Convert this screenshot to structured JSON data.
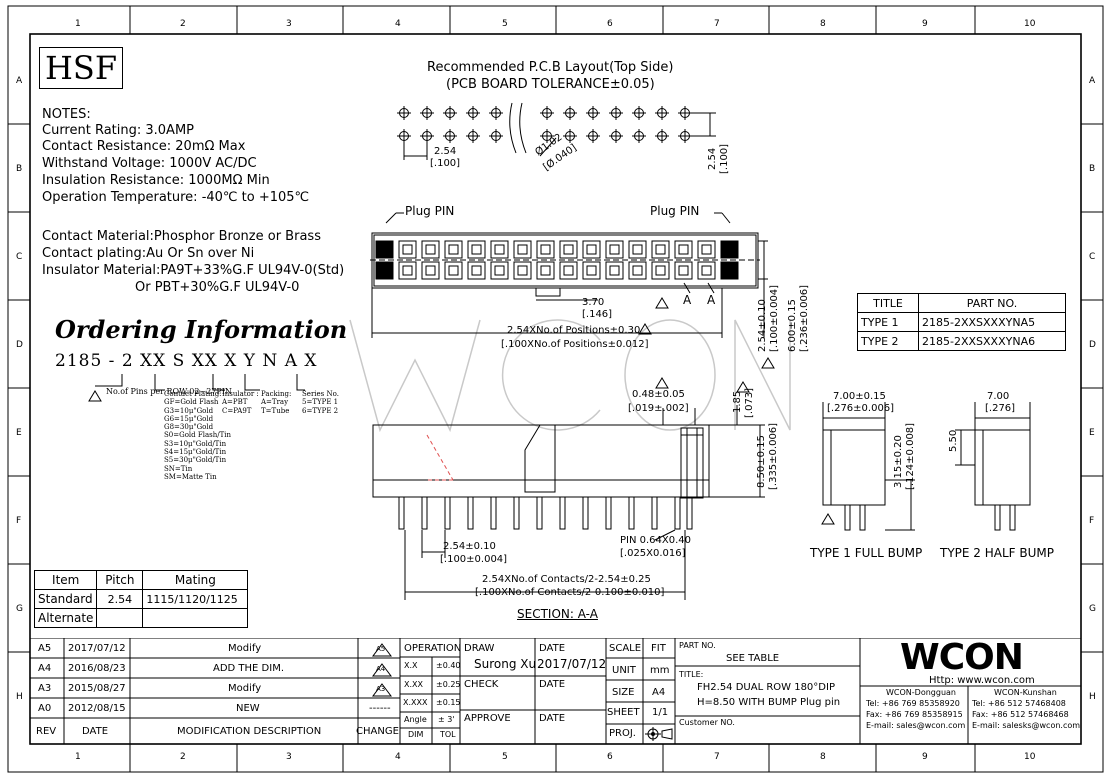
{
  "zones": {
    "cols": [
      "1",
      "2",
      "3",
      "4",
      "5",
      "6",
      "7",
      "8",
      "9",
      "10"
    ],
    "rows": [
      "A",
      "B",
      "C",
      "D",
      "E",
      "F",
      "G",
      "H"
    ]
  },
  "logo_box": "HSF",
  "notes": {
    "header": "NOTES:",
    "lines": [
      "Current Rating: 3.0AMP",
      "Contact Resistance: 20mΩ Max",
      "Withstand Voltage: 1000V AC/DC",
      "Insulation Resistance: 1000MΩ Min",
      "Operation Temperature: -40℃ to +105℃"
    ],
    "material_lines": [
      "Contact Material:Phosphor Bronze or Brass",
      "Contact plating:Au Or Sn over Ni",
      "Insulator Material:PA9T+33%G.F UL94V-0(Std)",
      "Or PBT+30%G.F UL94V-0"
    ]
  },
  "ordering": {
    "title": "Ordering Information",
    "code": "2185 - 2 XX S XX X Y N A X",
    "labels": {
      "pins": "No.of Pins per ROW:02~27PIN",
      "plating_title": "Contact Plating:",
      "plating_items": [
        "GF=Gold Flash",
        "G3=10μ\"Gold",
        "G6=15μ\"Gold",
        "G8=30μ\"Gold",
        "S0=Gold Flash/Tin",
        "S3=10μ\"Gold/Tin",
        "S4=15μ\"Gold/Tin",
        "S5=30μ\"Gold/Tin",
        "SN=Tin",
        "SM=Matte Tin"
      ],
      "insulator": [
        "Insulator :",
        "A=PBT",
        "C=PA9T"
      ],
      "packing": [
        "Packing:",
        "A=Tray",
        "T=Tube"
      ],
      "series": [
        "Series No.",
        "5=TYPE 1",
        "6=TYPE 2"
      ]
    }
  },
  "pcb_layout": {
    "title1": "Recommended P.C.B Layout(Top Side)",
    "title2": "(PCB BOARD TOLERANCE±0.05)",
    "dim_pitch": "2.54",
    "dim_pitch_in": "[.100]",
    "dim_hole": "Ø1.02",
    "dim_hole_in": "[Ø.040]",
    "dim_row": "2.54",
    "dim_row_in": "[.100]"
  },
  "top_view": {
    "plug_pin_left": "Plug PIN",
    "plug_pin_right": "Plug PIN",
    "dim_370": "3.70",
    "dim_370_in": "[.146]",
    "len_mm": "2.54XNo.of Positions±0.30",
    "len_in": "[.100XNo.of Positions±0.012]",
    "dim_254": "2.54±0.10",
    "dim_254_in": "[.100±0.004]",
    "dim_600": "6.00±0.15",
    "dim_600_in": "[.236±0.006]",
    "mark_a": "A"
  },
  "type_table": {
    "headers": [
      "TITLE",
      "PART NO."
    ],
    "rows": [
      [
        "TYPE 1",
        "2185-2XXSXXXYNA5"
      ],
      [
        "TYPE 2",
        "2185-2XXSXXXYNA6"
      ]
    ]
  },
  "section": {
    "dim_048": "0.48±0.05",
    "dim_048_in": "[.019±.002]",
    "dim_185": "1.85",
    "dim_185_in": "[.073]",
    "dim_850": "8.50±0.15",
    "dim_850_in": "[.335±0.006]",
    "dim_254": "2.54±0.10",
    "dim_254_in": "[.100±0.004]",
    "pin": "PIN 0.64X0.40",
    "pin_in": "[.025X0.016]",
    "contacts_mm": "2.54XNo.of Contacts/2-2.54±0.25",
    "contacts_in": "[.100XNo.of Contacts/2-0.100±0.010]",
    "label": "SECTION: A-A"
  },
  "side_views": {
    "dim_700a": "7.00±0.15",
    "dim_700a_in": "[.276±0.006]",
    "dim_700b": "7.00",
    "dim_700b_in": "[.276]",
    "dim_315": "3.15±0.20",
    "dim_315_in": "[.124±0.008]",
    "dim_550": "5.50",
    "type1": "TYPE 1 FULL BUMP",
    "type2": "TYPE 2 HALF BUMP"
  },
  "mating": {
    "headers": [
      "Item",
      "Pitch",
      "Mating"
    ],
    "rows": [
      [
        "Standard",
        "2.54",
        "1115/1120/1125"
      ],
      [
        "Alternate",
        "",
        ""
      ]
    ]
  },
  "revisions": [
    {
      "rev": "A5",
      "date": "2017/07/12",
      "desc": "Modify",
      "change": "A5"
    },
    {
      "rev": "A4",
      "date": "2016/08/23",
      "desc": "ADD THE DIM.",
      "change": "A4"
    },
    {
      "rev": "A3",
      "date": "2015/08/27",
      "desc": "Modify",
      "change": "A3"
    },
    {
      "rev": "A0",
      "date": "2012/08/15",
      "desc": "NEW",
      "change": "------"
    }
  ],
  "rev_headers": {
    "rev": "REV",
    "date": "DATE",
    "desc": "MODIFICATION DESCRIPTION",
    "change": "CHANGE"
  },
  "tolerance": {
    "header": "OPERATION",
    "rows": [
      [
        "X.X",
        "±0.40"
      ],
      [
        "X.XX",
        "±0.25"
      ],
      [
        "X.XXX",
        "±0.15"
      ],
      [
        "Angle",
        "± 3'"
      ],
      [
        "DIM",
        "TOL"
      ]
    ]
  },
  "titleblock": {
    "draw_label": "DRAW",
    "draw_value": "Surong Xu",
    "date_label": "DATE",
    "date_value": "2017/07/12",
    "check_label": "CHECK",
    "check_date_label": "DATE",
    "approve_label": "APPROVE",
    "approve_date_label": "DATE",
    "scale_label": "SCALE",
    "scale_value": "FIT",
    "unit_label": "UNIT",
    "unit_value": "mm",
    "size_label": "SIZE",
    "size_value": "A4",
    "sheet_label": "SHEET",
    "sheet_value": "1/1",
    "proj_label": "PROJ.",
    "partno_label": "PART NO.",
    "partno_value": "SEE TABLE",
    "title_label": "TITLE:",
    "title_line1": "FH2.54 DUAL ROW 180°DIP",
    "title_line2": "H=8.50 WITH BUMP Plug pin",
    "customer_label": "Customer NO."
  },
  "company": {
    "logo": "WCON",
    "http": "Http: www.wcon.com",
    "dongguan": {
      "name": "WCON-Dongguan",
      "tel": "Tel: +86 769 85358920",
      "fax": "Fax: +86 769 85358915",
      "email": "E-mail: sales@wcon.com"
    },
    "kunshan": {
      "name": "WCON-Kunshan",
      "tel": "Tel: +86 512 57468408",
      "fax": "Fax: +86 512 57468468",
      "email": "E-mail: salesks@wcon.com"
    }
  },
  "colors": {
    "line": "#000000",
    "watermark": "#c9c9c9",
    "hidden": "#e05050"
  }
}
